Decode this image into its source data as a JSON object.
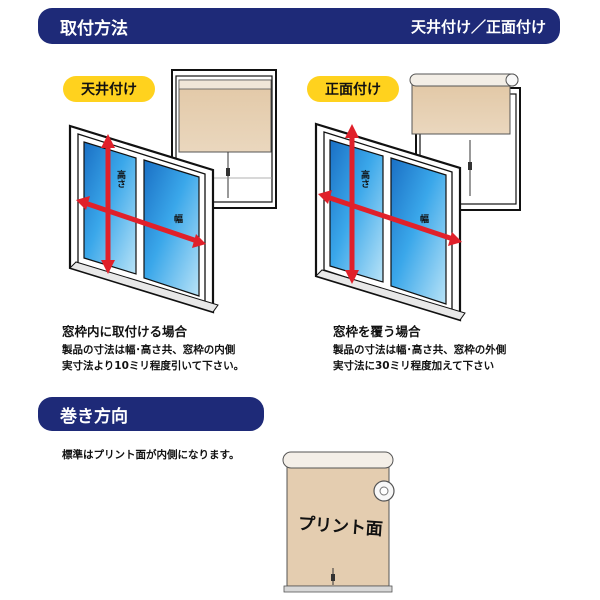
{
  "header": {
    "title": "取付方法",
    "subtitle": "天井付け／正面付け"
  },
  "ceiling_mount": {
    "tag": "天井付け",
    "height_label": "高さ",
    "width_label": "幅",
    "heading": "窓枠内に取付ける場合",
    "line1": "製品の寸法は幅･高さ共、窓枠の内側",
    "line2": "実寸法より10ミリ程度引いて下さい。"
  },
  "front_mount": {
    "tag": "正面付け",
    "height_label": "高さ",
    "width_label": "幅",
    "heading": "窓枠を覆う場合",
    "line1": "製品の寸法は幅･高さ共、窓枠の外側",
    "line2": "実寸法に30ミリ程度加えて下さい"
  },
  "roll_direction": {
    "title": "巻き方向",
    "note": "標準はプリント面が内側になります。",
    "panel_label": "プリント面"
  },
  "colors": {
    "banner": "#1e2a78",
    "tag": "#ffd21e",
    "arrow": "#e0202a",
    "glass": "#2a8fd8",
    "shade": "#e4cdb0"
  }
}
